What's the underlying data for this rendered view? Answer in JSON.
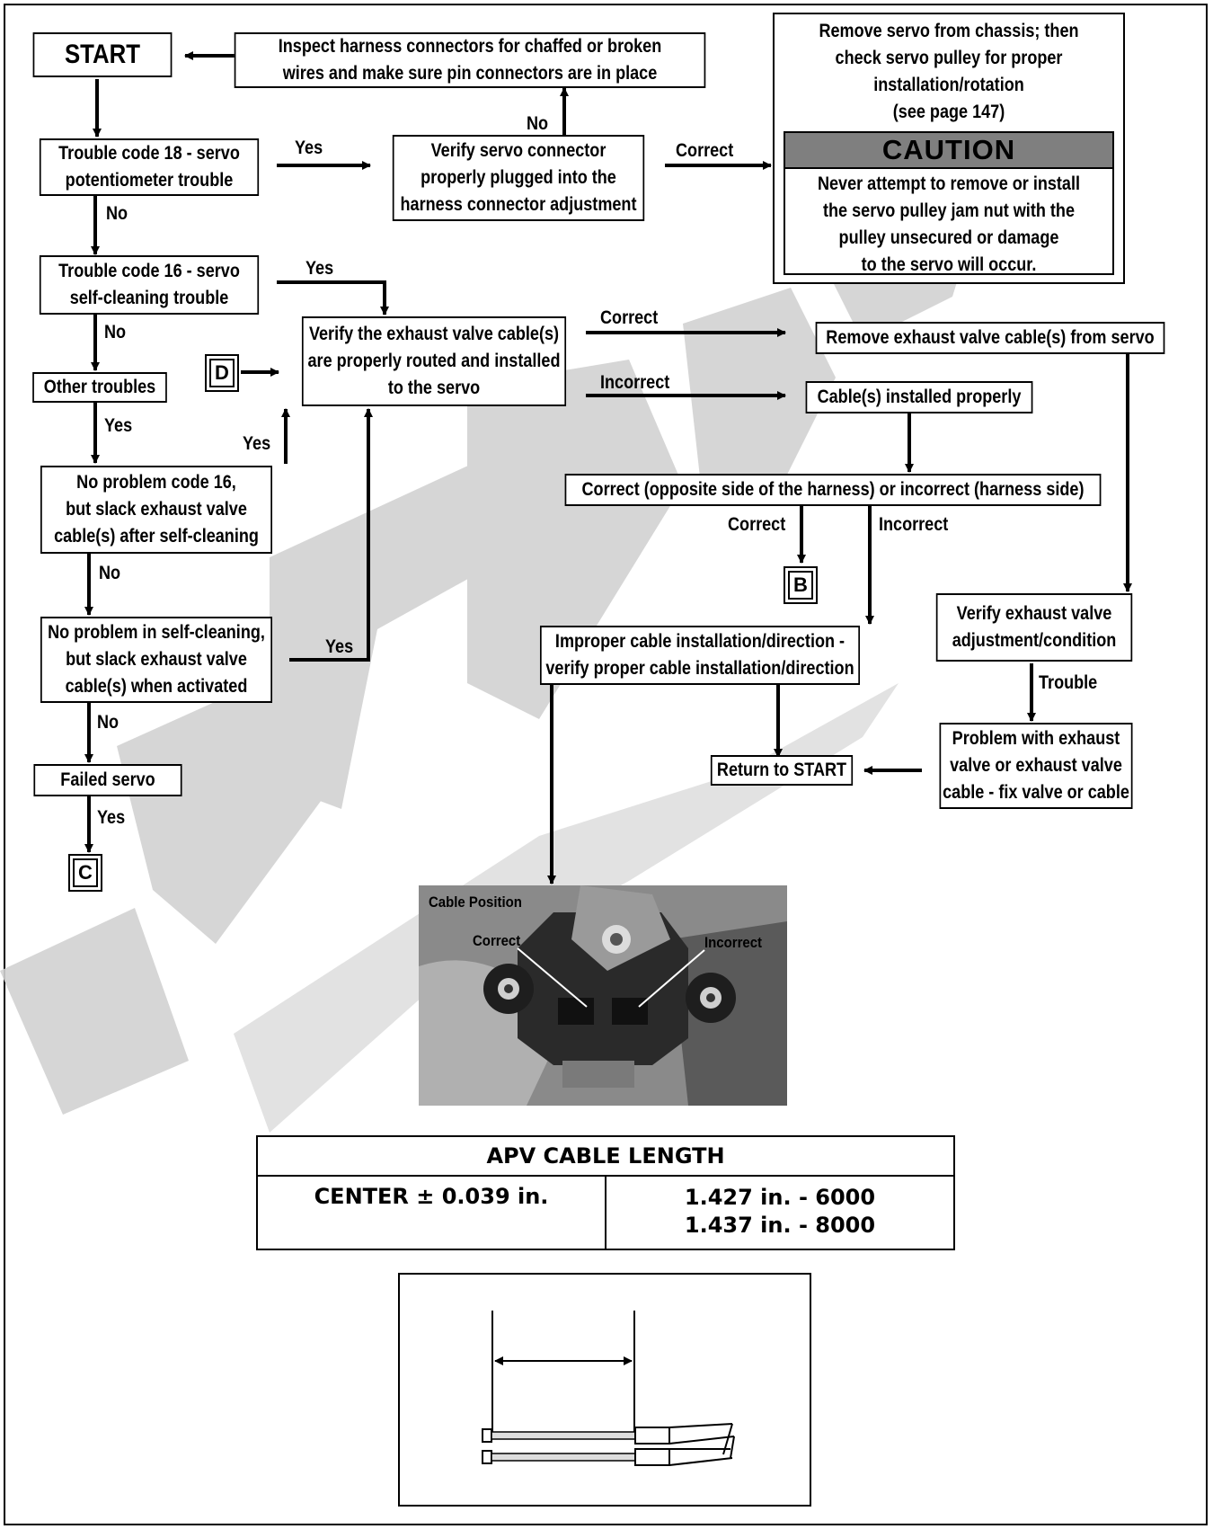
{
  "flow": {
    "start": "START",
    "inspect": "Inspect harness connectors for chaffed or broken\nwires and make sure pin connectors are in place",
    "code18": "Trouble code 18 - servo\npotentiometer trouble",
    "verify_connector": "Verify servo connector\nproperly plugged into the\nharness connector adjustment",
    "remove_servo": "Remove servo from chassis; then\ncheck servo pulley for proper\ninstallation/rotation\n(see page 147)",
    "caution_title": "CAUTION",
    "caution_text": "Never attempt to remove or install\nthe servo pulley jam nut with the\npulley unsecured or damage\nto the servo will occur.",
    "code16": "Trouble code 16 - servo\nself-cleaning trouble",
    "verify_cable": "Verify the exhaust valve cable(s)\nare properly routed and installed\nto the servo",
    "remove_cable": "Remove exhaust valve cable(s) from servo",
    "cable_installed": "Cable(s) installed properly",
    "other": "Other troubles",
    "no_problem_16": "No problem code 16,\nbut slack exhaust valve\ncable(s) after self-cleaning",
    "correct_incorrect": "Correct (opposite side of the harness) or incorrect (harness side)",
    "no_problem_self": "No problem in self-cleaning,\nbut slack exhaust valve\ncable(s) when activated",
    "improper": "Improper cable installation/direction -\nverify proper cable installation/direction",
    "verify_exhaust": "Verify exhaust valve\nadjustment/condition",
    "failed_servo": "Failed servo",
    "return_start": "Return to START",
    "problem_exhaust": "Problem with exhaust\nvalve or exhaust valve\ncable - fix valve or cable",
    "ref_b": "B",
    "ref_c": "C",
    "ref_d": "D"
  },
  "labels": {
    "yes": "Yes",
    "no": "No",
    "correct": "Correct",
    "incorrect": "Incorrect",
    "trouble": "Trouble"
  },
  "photo": {
    "title": "Cable Position",
    "correct": "Correct",
    "incorrect": "Incorrect"
  },
  "table": {
    "title": "APV CABLE LENGTH",
    "left": "CENTER ± 0.039 in.",
    "right_1": "1.427 in. - 6000",
    "right_2": "1.437 in. - 8000"
  },
  "colors": {
    "caution_bar": "#7f7f7f",
    "watermark": "#cfcfcf"
  }
}
